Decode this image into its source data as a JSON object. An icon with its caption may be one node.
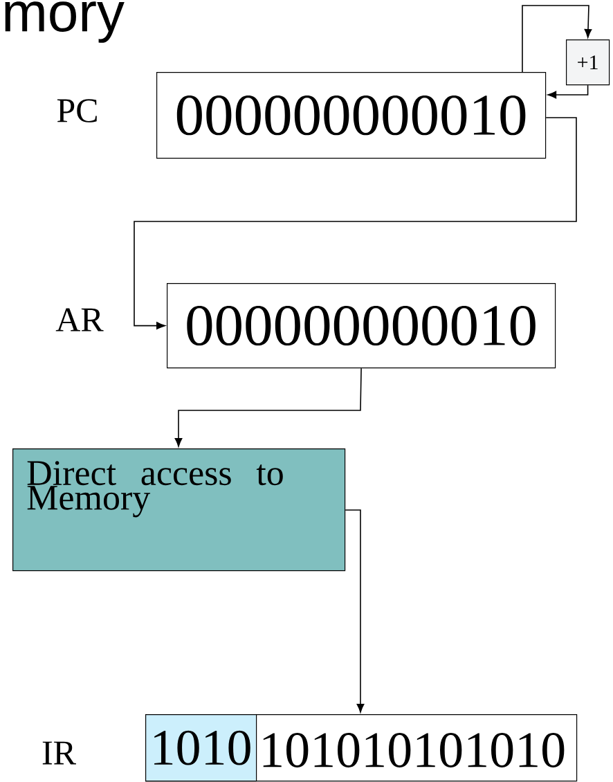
{
  "diagram": {
    "title": "mory",
    "nodes": [
      {
        "text": [
          "000000000010"
        ],
        "beside": [
          "PC"
        ]
      },
      {
        "text": [
          "+1"
        ]
      },
      {
        "text": [
          "000000000010"
        ],
        "beside": [
          "AR"
        ]
      },
      {
        "text": [
          "Direct access to Memory"
        ]
      },
      {
        "text": [
          "101010101010"
        ],
        "beside": [
          "IR"
        ]
      },
      {
        "text": [
          "1010"
        ],
        "in": 4
      }
    ],
    "edges": [
      {
        "from": 0,
        "to": 1,
        "arrow": "to"
      },
      {
        "from": 1,
        "to": 0,
        "arrow": "to"
      },
      {
        "from": 0,
        "to": 2,
        "arrow": "to"
      },
      {
        "from": 2,
        "to": 3,
        "arrow": "to"
      },
      {
        "from": 3,
        "to": 4,
        "arrow": "to"
      }
    ]
  }
}
